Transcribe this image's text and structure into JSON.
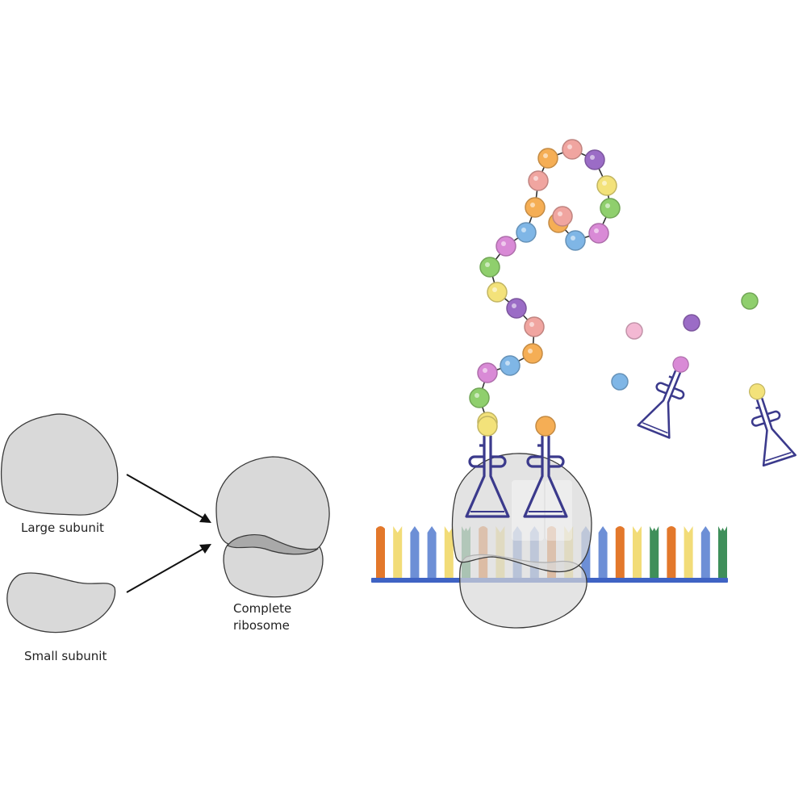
{
  "labels": {
    "large_subunit": "Large subunit",
    "small_subunit": "Small subunit",
    "complete_line1": "Complete",
    "complete_line2": "ribosome"
  },
  "colors": {
    "subunit_fill": "#d9d9d9",
    "subunit_stroke": "#3a3a3a",
    "overlap_fill": "#a9a9a9",
    "mrna_backbone": "#3f63c4",
    "trna_stroke": "#3b3a8c",
    "chain_link": "#333333",
    "aa_purple": "#9b6cc6",
    "aa_green": "#8fcf6d",
    "aa_yellow": "#f3e27a",
    "aa_pink": "#f0a5a0",
    "aa_magenta": "#d98ad6",
    "aa_orange": "#f5ae55",
    "aa_blue": "#7fb6e6",
    "aa_lightpink": "#f3b8d3",
    "base_orange": "#e3782b",
    "base_yellow": "#f2dc78",
    "base_blue": "#6d8fd6",
    "base_green": "#3f8f5a"
  },
  "mrna": {
    "bases": [
      "orange",
      "yellow",
      "blue",
      "blue",
      "yellow",
      "green",
      "orange",
      "yellow",
      "blue",
      "blue",
      "orange",
      "yellow",
      "blue",
      "blue",
      "orange",
      "yellow",
      "green",
      "orange",
      "yellow",
      "blue",
      "green"
    ],
    "shapes": [
      "flat",
      "v",
      "point",
      "point",
      "v",
      "m",
      "flat",
      "v",
      "point",
      "point",
      "flat",
      "v",
      "point",
      "point",
      "flat",
      "v",
      "m",
      "flat",
      "v",
      "point",
      "m"
    ]
  },
  "polypeptide_chain": [
    "yellow",
    "green",
    "magenta",
    "blue",
    "orange",
    "pink",
    "purple",
    "yellow",
    "green",
    "magenta",
    "blue",
    "orange",
    "pink",
    "orange",
    "pink",
    "purple",
    "yellow",
    "green",
    "magenta",
    "blue",
    "orange",
    "pink",
    "purple"
  ],
  "free_amino_acids": [
    "lightpink",
    "purple",
    "green",
    "blue"
  ],
  "trna": {
    "attached_amino_acids": [
      "yellow",
      "orange",
      "magenta",
      "yellow"
    ]
  }
}
